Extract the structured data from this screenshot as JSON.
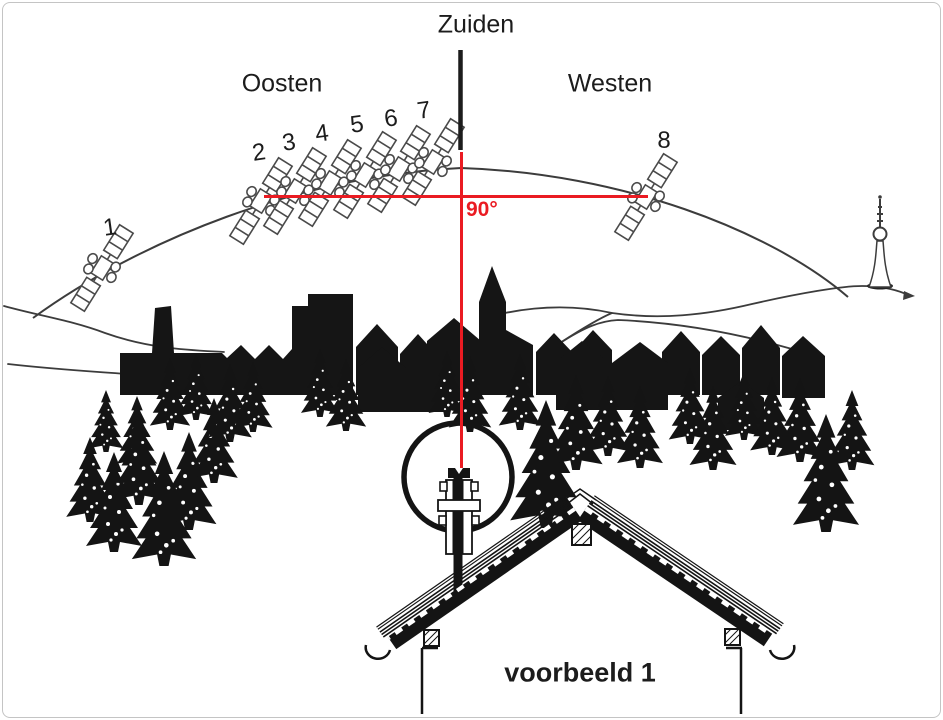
{
  "scene": {
    "caption": "voorbeeld 1",
    "directions": {
      "south": "Zuiden",
      "east": "Oosten",
      "west": "Westen"
    },
    "angle_label": "90°",
    "satellites": [
      {
        "label": "1"
      },
      {
        "label": "2"
      },
      {
        "label": "3"
      },
      {
        "label": "4"
      },
      {
        "label": "5"
      },
      {
        "label": "6"
      },
      {
        "label": "7"
      },
      {
        "label": "8"
      }
    ],
    "colors": {
      "accent_red": "#ea1b22",
      "ink": "#1c1c1c",
      "outline_gray": "#3c3c3c",
      "border": "#c4c4c4"
    }
  }
}
